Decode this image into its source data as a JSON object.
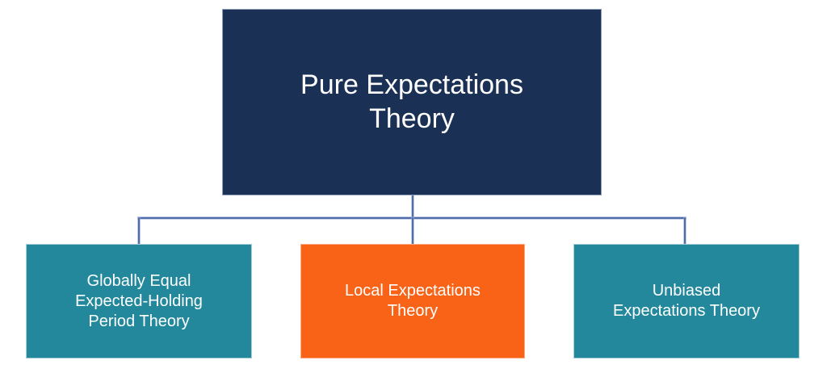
{
  "diagram": {
    "type": "hierarchy",
    "background_color": "#FFFFFF",
    "connector_color": "#4F6DA8",
    "root": {
      "label": "Pure Expectations Theory",
      "lines": [
        "Pure Expectations",
        "Theory"
      ],
      "fill": "#1B3055",
      "text_color": "#FFFFFF"
    },
    "children": [
      {
        "label": "Globally Equal Expected-Holding Period Theory",
        "lines": [
          "Globally Equal",
          "Expected-Holding",
          "Period Theory"
        ],
        "fill": "#23889B",
        "text_color": "#FFFFFF"
      },
      {
        "label": "Local Expectations Theory",
        "lines": [
          "Local Expectations",
          "Theory"
        ],
        "fill": "#F96318",
        "text_color": "#FFFFFF"
      },
      {
        "label": "Unbiased Expectations Theory",
        "lines": [
          "Unbiased",
          "Expectations Theory"
        ],
        "fill": "#23889B",
        "text_color": "#FFFFFF"
      }
    ]
  }
}
